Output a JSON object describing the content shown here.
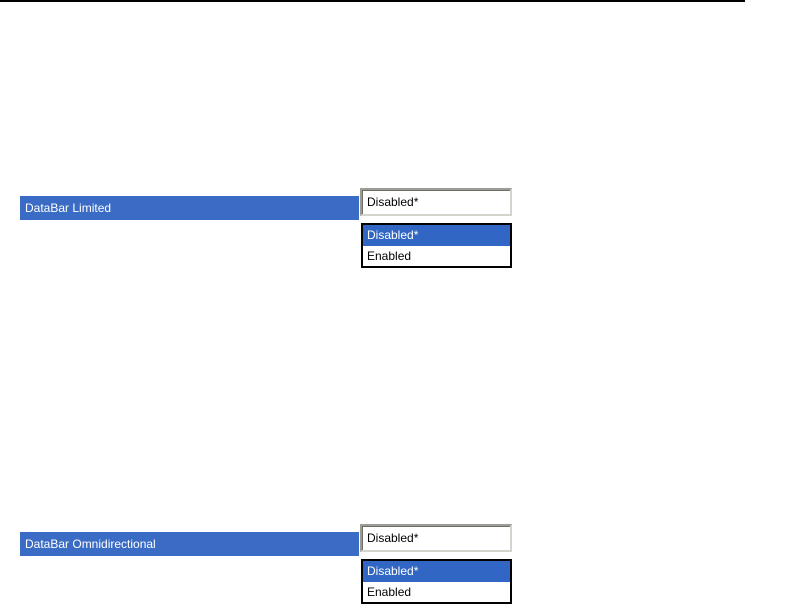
{
  "page": {
    "background_color": "#ffffff",
    "top_rule_color": "#000000"
  },
  "colors": {
    "label_bar_blue": "#3a6bc5",
    "selection_blue": "#3166c5",
    "label_text": "#ffffff",
    "option_text": "#000000",
    "combobox_border": "#9c9c94",
    "dropdown_border": "#000000"
  },
  "sections": [
    {
      "label": "DataBar Limited",
      "combobox_value": "Disabled*",
      "options": [
        {
          "label": "Disabled*",
          "selected": true
        },
        {
          "label": "Enabled",
          "selected": false
        }
      ]
    },
    {
      "label": "DataBar Omnidirectional",
      "combobox_value": "Disabled*",
      "options": [
        {
          "label": "Disabled*",
          "selected": true
        },
        {
          "label": "Enabled",
          "selected": false
        }
      ]
    }
  ]
}
